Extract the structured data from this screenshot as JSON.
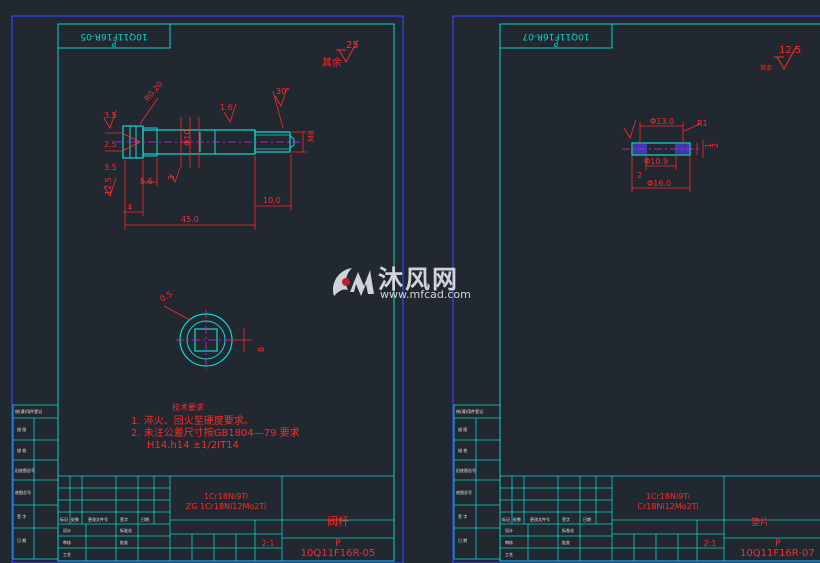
{
  "sheet_left": {
    "code_rotated": "10Q11F16R-05",
    "code_rotated_p": "P",
    "roughness_other": "25",
    "roughness_note": "其余",
    "dims": {
      "r20": "R0.20",
      "d35": "3.5",
      "d25a": "2.5",
      "d35b": "3.5",
      "angle30": "30°",
      "d16": "1.6",
      "d125a": "12.5",
      "d56": "5.6",
      "d3": "3",
      "d4": "4",
      "d45": "45.0",
      "d10": "10.0",
      "dia": "Φ10",
      "m8": "M8",
      "c05": "0.5",
      "d8": "8"
    },
    "notes_title": "技术要求",
    "notes": [
      "1. 淬火、回火至硬度要求。",
      "2. 未注公差尺寸按GB1804—79 要求",
      "H14.h14 ±1/2IT14"
    ],
    "material": [
      "1Cr18Ni9Ti",
      "ZG 1Cr18Ni12Mo2Ti"
    ],
    "part_name": "阀杆",
    "scale": "2:1",
    "drawing_p": "P",
    "drawing_no": "10Q11F16R-05",
    "side_labels": [
      "借(通)用件登记",
      "描  图",
      "描  校",
      "旧底图总号",
      "底图总号",
      "签  字",
      "日  期"
    ],
    "tb_labels": [
      "标记",
      "处数",
      "更改文件号",
      "签字",
      "日期",
      "设计",
      "审核",
      "工艺",
      "标准化",
      "批准"
    ]
  },
  "sheet_right": {
    "code_rotated": "10Q11F16R-07",
    "code_rotated_p": "P",
    "roughness_other": "12.5",
    "roughness_note": "其余",
    "dims": {
      "d130": "Φ13.0",
      "r1": "R1",
      "d109": "Φ10.9",
      "d2": "2",
      "d16": "Φ16.0",
      "h1": "1",
      "h2": "2"
    },
    "material": [
      "1Cr18Ni9Ti",
      "Cr18Ni12Mo2Ti"
    ],
    "part_name": "垫片",
    "scale": "2:1",
    "drawing_p": "P",
    "drawing_no": "10Q11F16R-07",
    "side_labels": [
      "借(通)用件登记",
      "描  图",
      "描  校",
      "旧底图总号",
      "底图总号",
      "签  字",
      "日  期"
    ],
    "tb_labels": [
      "标记",
      "处数",
      "更改文件号",
      "签字",
      "日期",
      "设计",
      "审核",
      "工艺",
      "标准化",
      "批准"
    ]
  },
  "watermark": {
    "cn": "沐风网",
    "en": "www.mfcad.com"
  },
  "colors": {
    "bg": "#212830",
    "frame": "#3344ff",
    "inner": "#0fd0cc",
    "dim": "#ff2a2a",
    "part": "#12d8d8",
    "magenta": "#e020e0"
  }
}
